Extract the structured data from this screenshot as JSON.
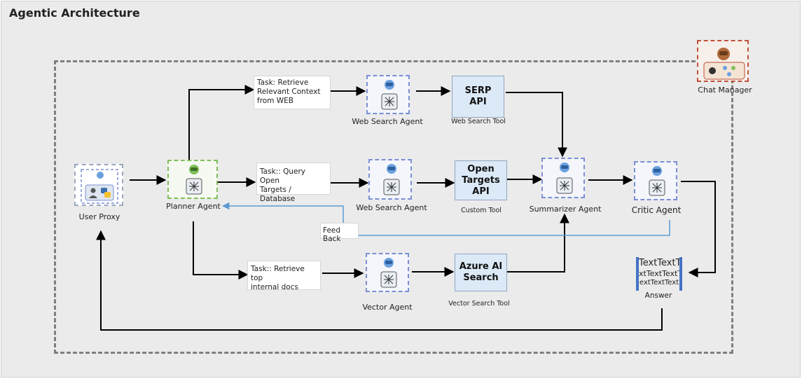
{
  "title": "Agentic Architecture",
  "tasks": {
    "web": "Task: Retrieve\nRelevant Context\nfrom WEB",
    "open_targets": "Task:: Query Open\nTargets / Database",
    "internal": "Task:: Retrieve top\ninternal docs"
  },
  "tools": {
    "serp": "SERP\nAPI",
    "open_targets": "Open\nTargets\nAPI",
    "azure": "Azure AI\nSearch"
  },
  "tool_labels": {
    "web_search_tool": "Web Search Tool",
    "custom_tool": "Custom Tool",
    "vector_search_tool": "Vector Search Tool"
  },
  "agents": {
    "web_search_agent_1": "Web Search Agent",
    "web_search_agent_2": "Web Search Agent",
    "vector_agent": "Vector Agent",
    "planner_agent": "Planner Agent",
    "user_proxy": "User Proxy",
    "summarizer_agent": "Summarizer Agent",
    "critic_agent": "Critic Agent",
    "chat_manager": "Chat Manager"
  },
  "feedback": "Feed Back",
  "answer": {
    "label": "Answer",
    "line1": "TextTextTe",
    "line2": "xtTextTextT",
    "line3": "extTextText"
  },
  "colors": {
    "arrow": "#000000",
    "feedback_line": "#5b9bd5",
    "tool_fill": "#dce9f7",
    "agent_border": "#7b8fd6",
    "planner_border": "#7fbf5a",
    "manager_border": "#c0503c"
  }
}
